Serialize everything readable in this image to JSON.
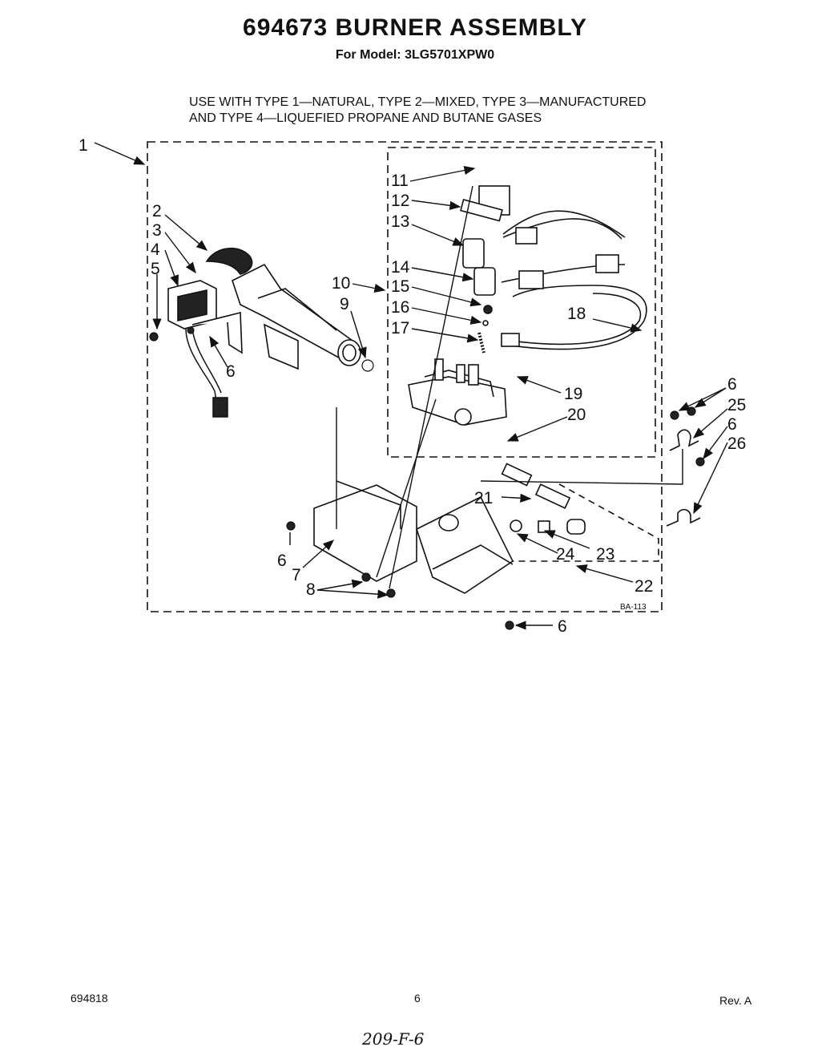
{
  "header": {
    "title": "694673 BURNER ASSEMBLY",
    "subtitle": "For Model: 3LG5701XPW0"
  },
  "note": {
    "line1": "USE WITH TYPE 1—NATURAL, TYPE 2—MIXED, TYPE 3—MANUFACTURED",
    "line2": "AND TYPE 4—LIQUEFIED PROPANE AND BUTANE GASES"
  },
  "diagram": {
    "code": "BA-113",
    "callouts": {
      "c1": "1",
      "c2": "2",
      "c3": "3",
      "c4": "4",
      "c5": "5",
      "c6": "6",
      "c7": "7",
      "c8": "8",
      "c9": "9",
      "c10": "10",
      "c11": "11",
      "c12": "12",
      "c13": "13",
      "c14": "14",
      "c15": "15",
      "c16": "16",
      "c17": "17",
      "c18": "18",
      "c19": "19",
      "c20": "20",
      "c21": "21",
      "c22": "22",
      "c23": "23",
      "c24": "24",
      "c25": "25",
      "c26": "26"
    }
  },
  "footer": {
    "doc_number": "694818",
    "page": "6",
    "revision": "Rev. A",
    "handwritten": "209-F-6"
  }
}
